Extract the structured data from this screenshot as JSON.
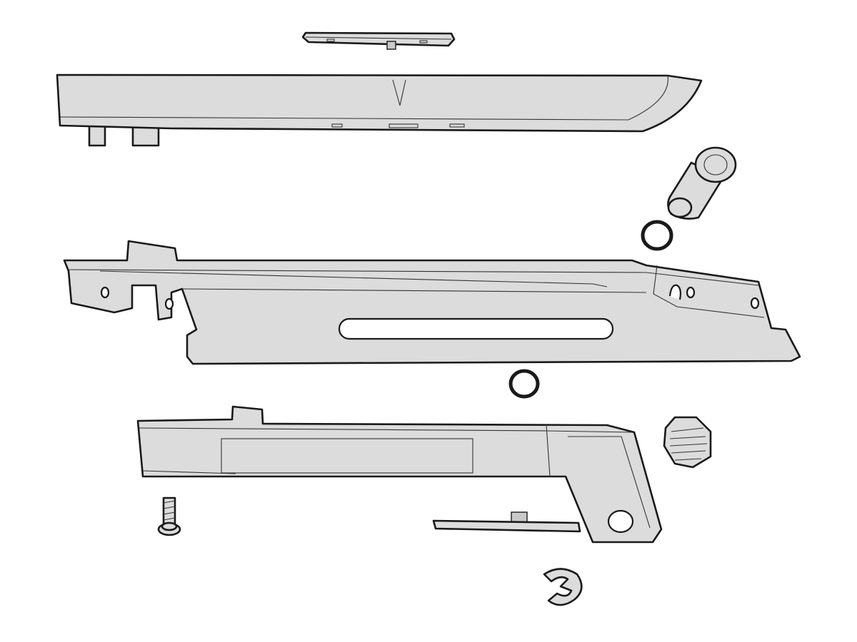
{
  "colors": {
    "background": "#ffffff",
    "part_fill": "#dcdcdc",
    "outline": "#1a1a1a"
  },
  "parts": [
    {
      "name": "top-small-plate"
    },
    {
      "name": "top-rail-cover"
    },
    {
      "name": "shoulder-screw"
    },
    {
      "name": "o-ring-upper"
    },
    {
      "name": "slotted-guide-rail"
    },
    {
      "name": "o-ring-lower"
    },
    {
      "name": "l-shaped-bracket"
    },
    {
      "name": "knurled-nut"
    },
    {
      "name": "small-screw"
    },
    {
      "name": "bottom-small-plate"
    },
    {
      "name": "e-clip"
    }
  ]
}
